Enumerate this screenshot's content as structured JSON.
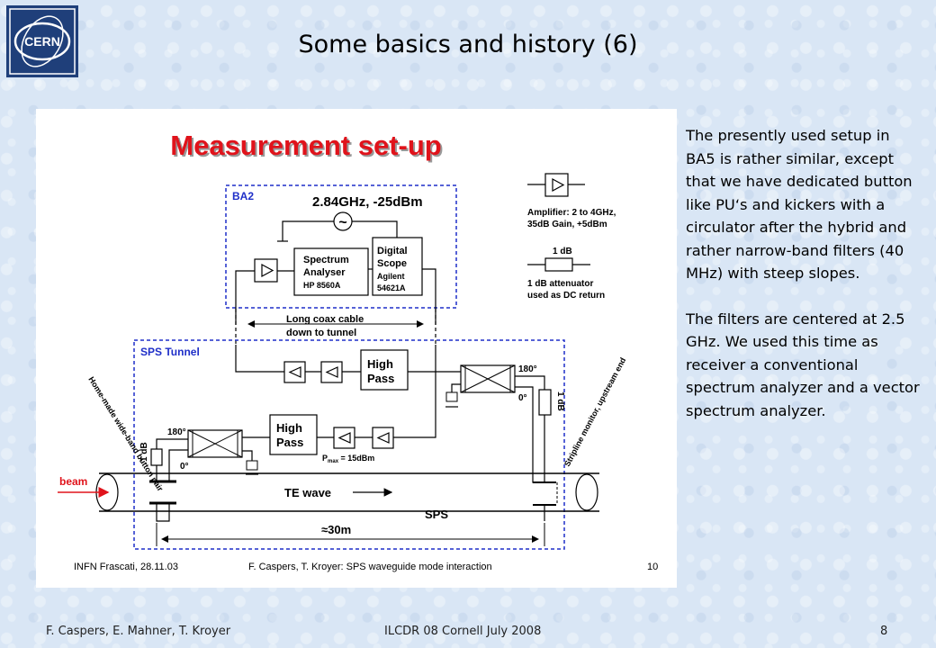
{
  "slide": {
    "logo_text": "CERN",
    "title": "Some basics and history (6)",
    "footer_left": "F. Caspers, E. Mahner, T. Kroyer",
    "footer_center": "ILCDR 08 Cornell July 2008",
    "page_number": "8"
  },
  "description": {
    "para1": "The presently used setup in BA5 is rather similar, except that we have dedicated button like PU‘s and kickers with a circulator after the hybrid and rather narrow-band filters (40 MHz) with steep slopes.",
    "para2": "The filters are centered at 2.5 GHz. We used this time as receiver a conventional spectrum analyzer and a vector spectrum analyzer."
  },
  "diagram": {
    "heading": "Measurement set-up",
    "ba2_label": "BA2",
    "source_label": "2.84GHz, -25dBm",
    "source_symbol": "~",
    "analyser_l1": "Spectrum",
    "analyser_l2": "Analyser",
    "analyser_l3": "HP 8560A",
    "scope_l1": "Digital",
    "scope_l2": "Scope",
    "scope_l3": "Agilent",
    "scope_l4": "54621A",
    "legend_amp_l1": "Amplifier: 2 to 4GHz,",
    "legend_amp_l2": "35dB Gain, +5dBm",
    "legend_att_label": "1 dB",
    "legend_att_l1": "1 dB attenuator",
    "legend_att_l2": "used as DC return",
    "cable_l1": "Long coax cable",
    "cable_l2": "down to tunnel",
    "tunnel_label": "SPS Tunnel",
    "hp_top_l1": "High",
    "hp_top_l2": "Pass",
    "hp_bot_l1": "High",
    "hp_bot_l2": "Pass",
    "hybrid_right_180": "180°",
    "hybrid_right_0": "0°",
    "hybrid_left_180": "180°",
    "hybrid_left_0": "0°",
    "att_right": "1 dB",
    "att_left": "1 dB",
    "pmax_p": "P",
    "pmax_sub": "max",
    "pmax_val": " = 15dBm",
    "pickup_left": "Home-made wide-band button pair",
    "pickup_right": "Stripline monitor, upstream end",
    "beam_label": "beam",
    "te_wave": "TE wave",
    "sps_label": "SPS",
    "distance": "≈30m",
    "foot_left": "INFN Frascati, 28.11.03",
    "foot_center": "F. Caspers, T. Kroyer: SPS waveguide mode interaction",
    "foot_right": "10"
  },
  "colors": {
    "heading": "#e0131b",
    "box_border": "#1f2fc8",
    "beam": "#e0131b",
    "background": "#d9e6f5"
  }
}
